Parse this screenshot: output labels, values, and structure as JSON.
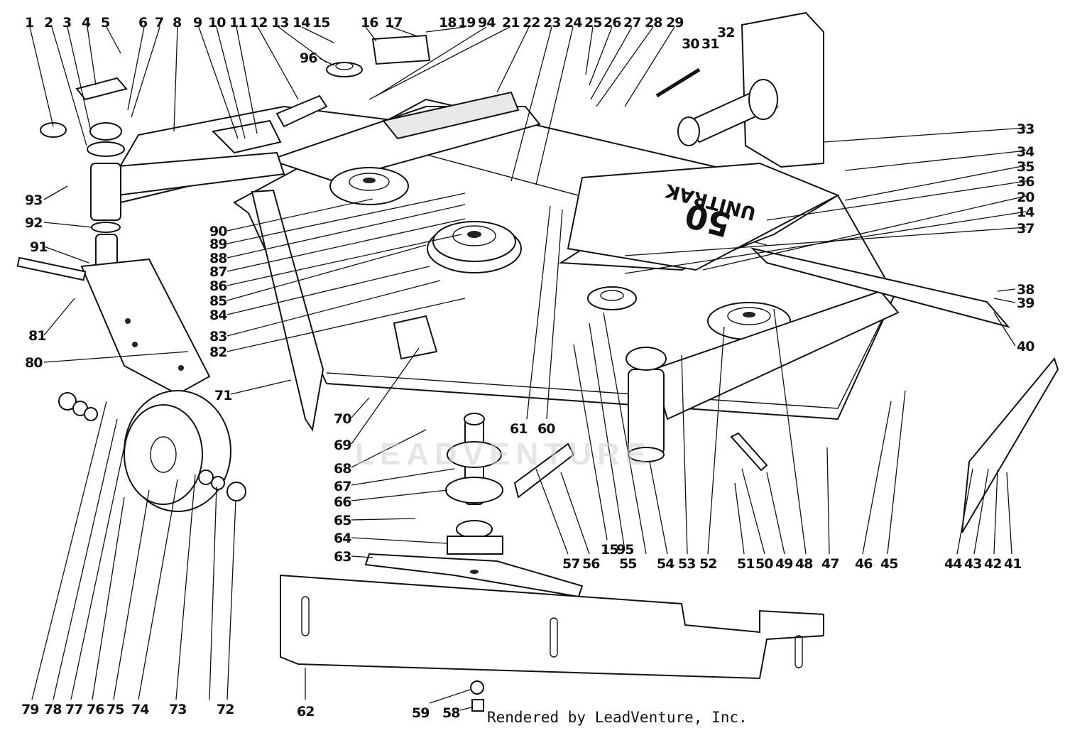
{
  "deck_text": "50",
  "deck_text_brand": "UNITRAK",
  "watermark": "LEADVENTURE",
  "credit": "Rendered by LeadVenture, Inc.",
  "colors": {
    "ink": "#111111",
    "paper": "#ffffff",
    "watermark": "#d0d0d0"
  },
  "callouts_top": [
    "1",
    "2",
    "3",
    "4",
    "5",
    "6",
    "7",
    "8",
    "9",
    "10",
    "11",
    "12",
    "13",
    "14",
    "15",
    "16",
    "17",
    "18",
    "19",
    "94",
    "21",
    "22",
    "23",
    "24",
    "25",
    "26",
    "27",
    "28",
    "29",
    "30",
    "31",
    "32"
  ],
  "callouts_right": [
    "33",
    "34",
    "35",
    "36",
    "20",
    "14",
    "37",
    "38",
    "39",
    "40"
  ],
  "callouts_left": [
    "93",
    "92",
    "91",
    "81",
    "80",
    "90",
    "89",
    "88",
    "87",
    "86",
    "85",
    "84",
    "83",
    "82",
    "96"
  ],
  "callouts_bottom_row": [
    "57",
    "56",
    "15",
    "95",
    "55",
    "54",
    "53",
    "52",
    "51",
    "50",
    "49",
    "48",
    "47",
    "46",
    "45",
    "44",
    "43",
    "42",
    "41"
  ],
  "callouts_bottom_left": [
    "79",
    "78",
    "77",
    "76",
    "75",
    "74",
    "73",
    "72",
    "62",
    "59",
    "58"
  ],
  "callouts_center": [
    "71",
    "70",
    "69",
    "68",
    "67",
    "66",
    "65",
    "64",
    "63",
    "61",
    "60"
  ]
}
